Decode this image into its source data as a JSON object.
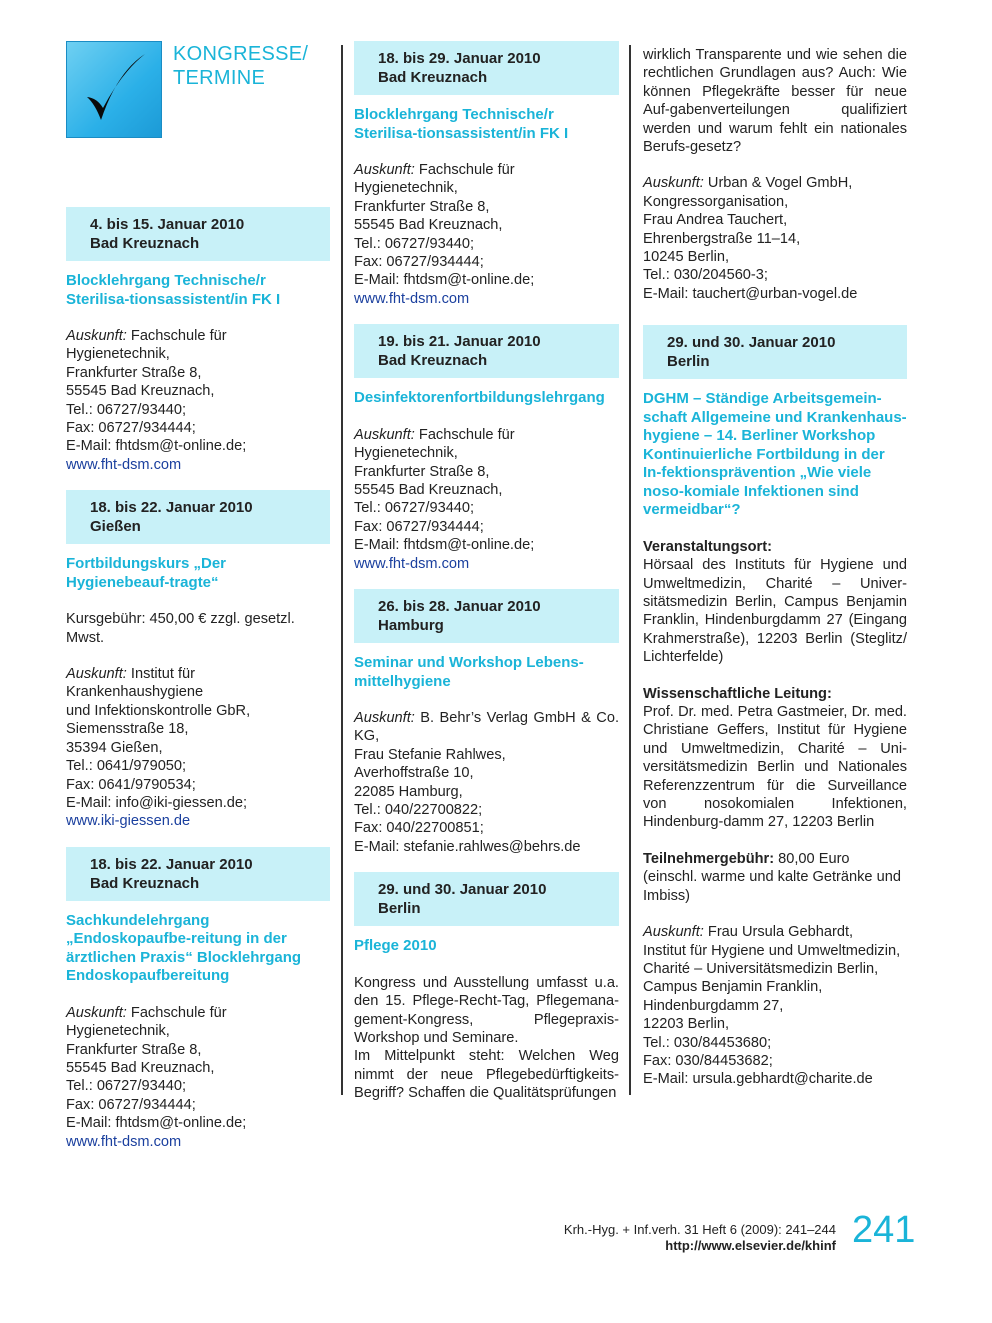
{
  "header": {
    "section_line1": "KONGRESSE/",
    "section_line2": "TERMINE"
  },
  "col1": {
    "e1": {
      "date": "4. bis 15. Januar 2010",
      "place": "Bad Kreuznach",
      "title": "Blocklehrgang Technische/r Sterilisa-tionsassistent/in FK I",
      "lbl": "Auskunft:",
      "first": " Fachschule für Hygienetechnik,",
      "l2": "Frankfurter Straße 8,",
      "l3": "55545 Bad Kreuznach,",
      "l4": "Tel.: 06727/93440;",
      "l5": "Fax: 06727/934444;",
      "l6": "E-Mail: fhtdsm@t-online.de;",
      "url": "www.fht-dsm.com"
    },
    "e2": {
      "date": "18. bis 22. Januar 2010",
      "place": "Gießen",
      "title": "Fortbildungskurs „Der Hygienebeauf-tragte“",
      "fee": "Kursgebühr: 450,00 € zzgl. gesetzl. Mwst.",
      "lbl": "Auskunft:",
      "first": " Institut für Krankenhaushygiene",
      "l2": "und Infektionskontrolle GbR,",
      "l3": "Siemensstraße 18,",
      "l4": "35394 Gießen,",
      "l5": "Tel.: 0641/979050;",
      "l6": "Fax: 0641/9790534;",
      "l7": "E-Mail: info@iki-giessen.de;",
      "url": "www.iki-giessen.de"
    },
    "e3": {
      "date": "18. bis 22. Januar 2010",
      "place": "Bad Kreuznach",
      "title": "Sachkundelehrgang „Endoskopaufbe-reitung in der ärztlichen Praxis“ Blocklehrgang Endoskopaufbereitung",
      "lbl": "Auskunft:",
      "first": " Fachschule für Hygienetechnik,",
      "l2": "Frankfurter Straße 8,",
      "l3": "55545 Bad Kreuznach,",
      "l4": "Tel.: 06727/93440;",
      "l5": "Fax: 06727/934444;",
      "l6": "E-Mail: fhtdsm@t-online.de;",
      "url": "www.fht-dsm.com"
    }
  },
  "col2": {
    "e1": {
      "date": "18. bis 29. Januar 2010",
      "place": "Bad Kreuznach",
      "title": "Blocklehrgang Technische/r Sterilisa-tionsassistent/in FK I",
      "lbl": "Auskunft:",
      "first": " Fachschule für Hygienetechnik,",
      "l2": "Frankfurter Straße 8,",
      "l3": "55545 Bad Kreuznach,",
      "l4": "Tel.: 06727/93440;",
      "l5": "Fax: 06727/934444;",
      "l6": "E-Mail: fhtdsm@t-online.de;",
      "url": "www.fht-dsm.com"
    },
    "e2": {
      "date": "19. bis 21. Januar 2010",
      "place": "Bad Kreuznach",
      "title": "Desinfektorenfortbildungslehrgang",
      "lbl": "Auskunft:",
      "first": " Fachschule für Hygienetechnik,",
      "l2": "Frankfurter Straße 8,",
      "l3": "55545 Bad Kreuznach,",
      "l4": "Tel.: 06727/93440;",
      "l5": "Fax: 06727/934444;",
      "l6": "E-Mail: fhtdsm@t-online.de;",
      "url": "www.fht-dsm.com"
    },
    "e3": {
      "date": "26. bis 28. Januar 2010",
      "place": "Hamburg",
      "title": "Seminar und Workshop Lebens-mittelhygiene",
      "lbl": "Auskunft:",
      "first": " B. Behr’s Verlag GmbH & Co. KG,",
      "l2": "Frau Stefanie Rahlwes,",
      "l3": "Averhoffstraße 10,",
      "l4": "22085 Hamburg,",
      "l5": "Tel.: 040/22700822;",
      "l6": "Fax: 040/22700851;",
      "l7": "E-Mail: stefanie.rahlwes@behrs.de"
    },
    "e4": {
      "date": "29. und 30. Januar 2010",
      "place": "Berlin",
      "title": "Pflege 2010",
      "body": "Kongress und Ausstellung umfasst u.a. den 15. Pflege-Recht-Tag, Pflegemana-gement-Kongress, Pflegepraxis-Workshop und Seminare.",
      "body2": "Im Mittelpunkt steht: Welchen Weg nimmt der neue Pflegebedürftigkeits-Begriff? Schaffen die Qualitätsprüfungen"
    }
  },
  "col3": {
    "cont": "wirklich Transparente und wie sehen die rechtlichen Grundlagen aus? Auch: Wie können Pflegekräfte besser für neue Auf-gabenverteilungen qualifiziert werden und warum fehlt ein nationales Berufs-gesetz?",
    "c_lbl": "Auskunft:",
    "c_first": " Urban & Vogel GmbH,",
    "c_l2": "Kongressorganisation,",
    "c_l3": "Frau Andrea Tauchert,",
    "c_l4": "Ehrenbergstraße 11–14,",
    "c_l5": "10245 Berlin,",
    "c_l6": "Tel.: 030/204560-3;",
    "c_l7": "E-Mail: tauchert@urban-vogel.de",
    "e1": {
      "date": "29. und 30. Januar 2010",
      "place": "Berlin",
      "title": "DGHM – Ständige Arbeitsgemein-schaft Allgemeine und Krankenhaus-hygiene – 14. Berliner Workshop Kontinuierliche Fortbildung in der In-fektionsprävention „Wie viele noso-komiale Infektionen sind vermeidbar“?",
      "venue_lbl": "Veranstaltungsort:",
      "venue": "Hörsaal des Instituts für Hygiene und Umweltmedizin, Charité – Univer-sitätsmedizin Berlin, Campus Benjamin Franklin, Hindenburgdamm 27 (Eingang Krahmerstraße), 12203 Berlin (Steglitz/ Lichterfelde)",
      "lead_lbl": "Wissenschaftliche Leitung:",
      "lead": "Prof. Dr. med. Petra Gastmeier, Dr. med. Christiane Geffers, Institut für Hygiene und Umweltmedizin, Charité – Uni-versitätsmedizin Berlin und Nationales Referenzzentrum für die Surveillance von nosokomialen Infektionen, Hindenburg-damm 27, 12203 Berlin",
      "fee_lbl": "Teilnehmergebühr:",
      "fee": " 80,00 Euro (einschl. warme und kalte Getränke und Imbiss)",
      "lbl": "Auskunft:",
      "first": " Frau Ursula Gebhardt,",
      "l2": "Institut für Hygiene und Umweltmedizin,",
      "l3": "Charité – Universitätsmedizin Berlin,",
      "l4": "Campus Benjamin Franklin,",
      "l5": "Hindenburgdamm 27,",
      "l6": "12203 Berlin,",
      "l7": "Tel.: 030/84453680;",
      "l8": "Fax: 030/84453682;",
      "l9": "E-Mail: ursula.gebhardt@charite.de"
    }
  },
  "footer": {
    "citation": "Krh.-Hyg. + Inf.verh. 31 Heft 6 (2009): 241–244",
    "url": "http://www.elsevier.de/khinf",
    "page": "241"
  }
}
